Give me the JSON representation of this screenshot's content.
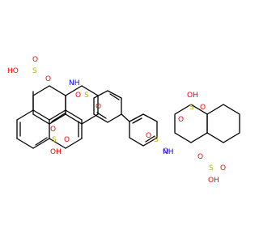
{
  "molecule": {
    "atoms": {
      "S": "S",
      "O": "O",
      "OH": "OH",
      "HO": "HO",
      "NH": "NH",
      "HN": "HN",
      "N": "N"
    }
  },
  "colors": {
    "sulfur": "#b3b300",
    "oxygen": "#ff0000",
    "nitrogen": "#0000ff",
    "carbon_bond": "#000000"
  }
}
